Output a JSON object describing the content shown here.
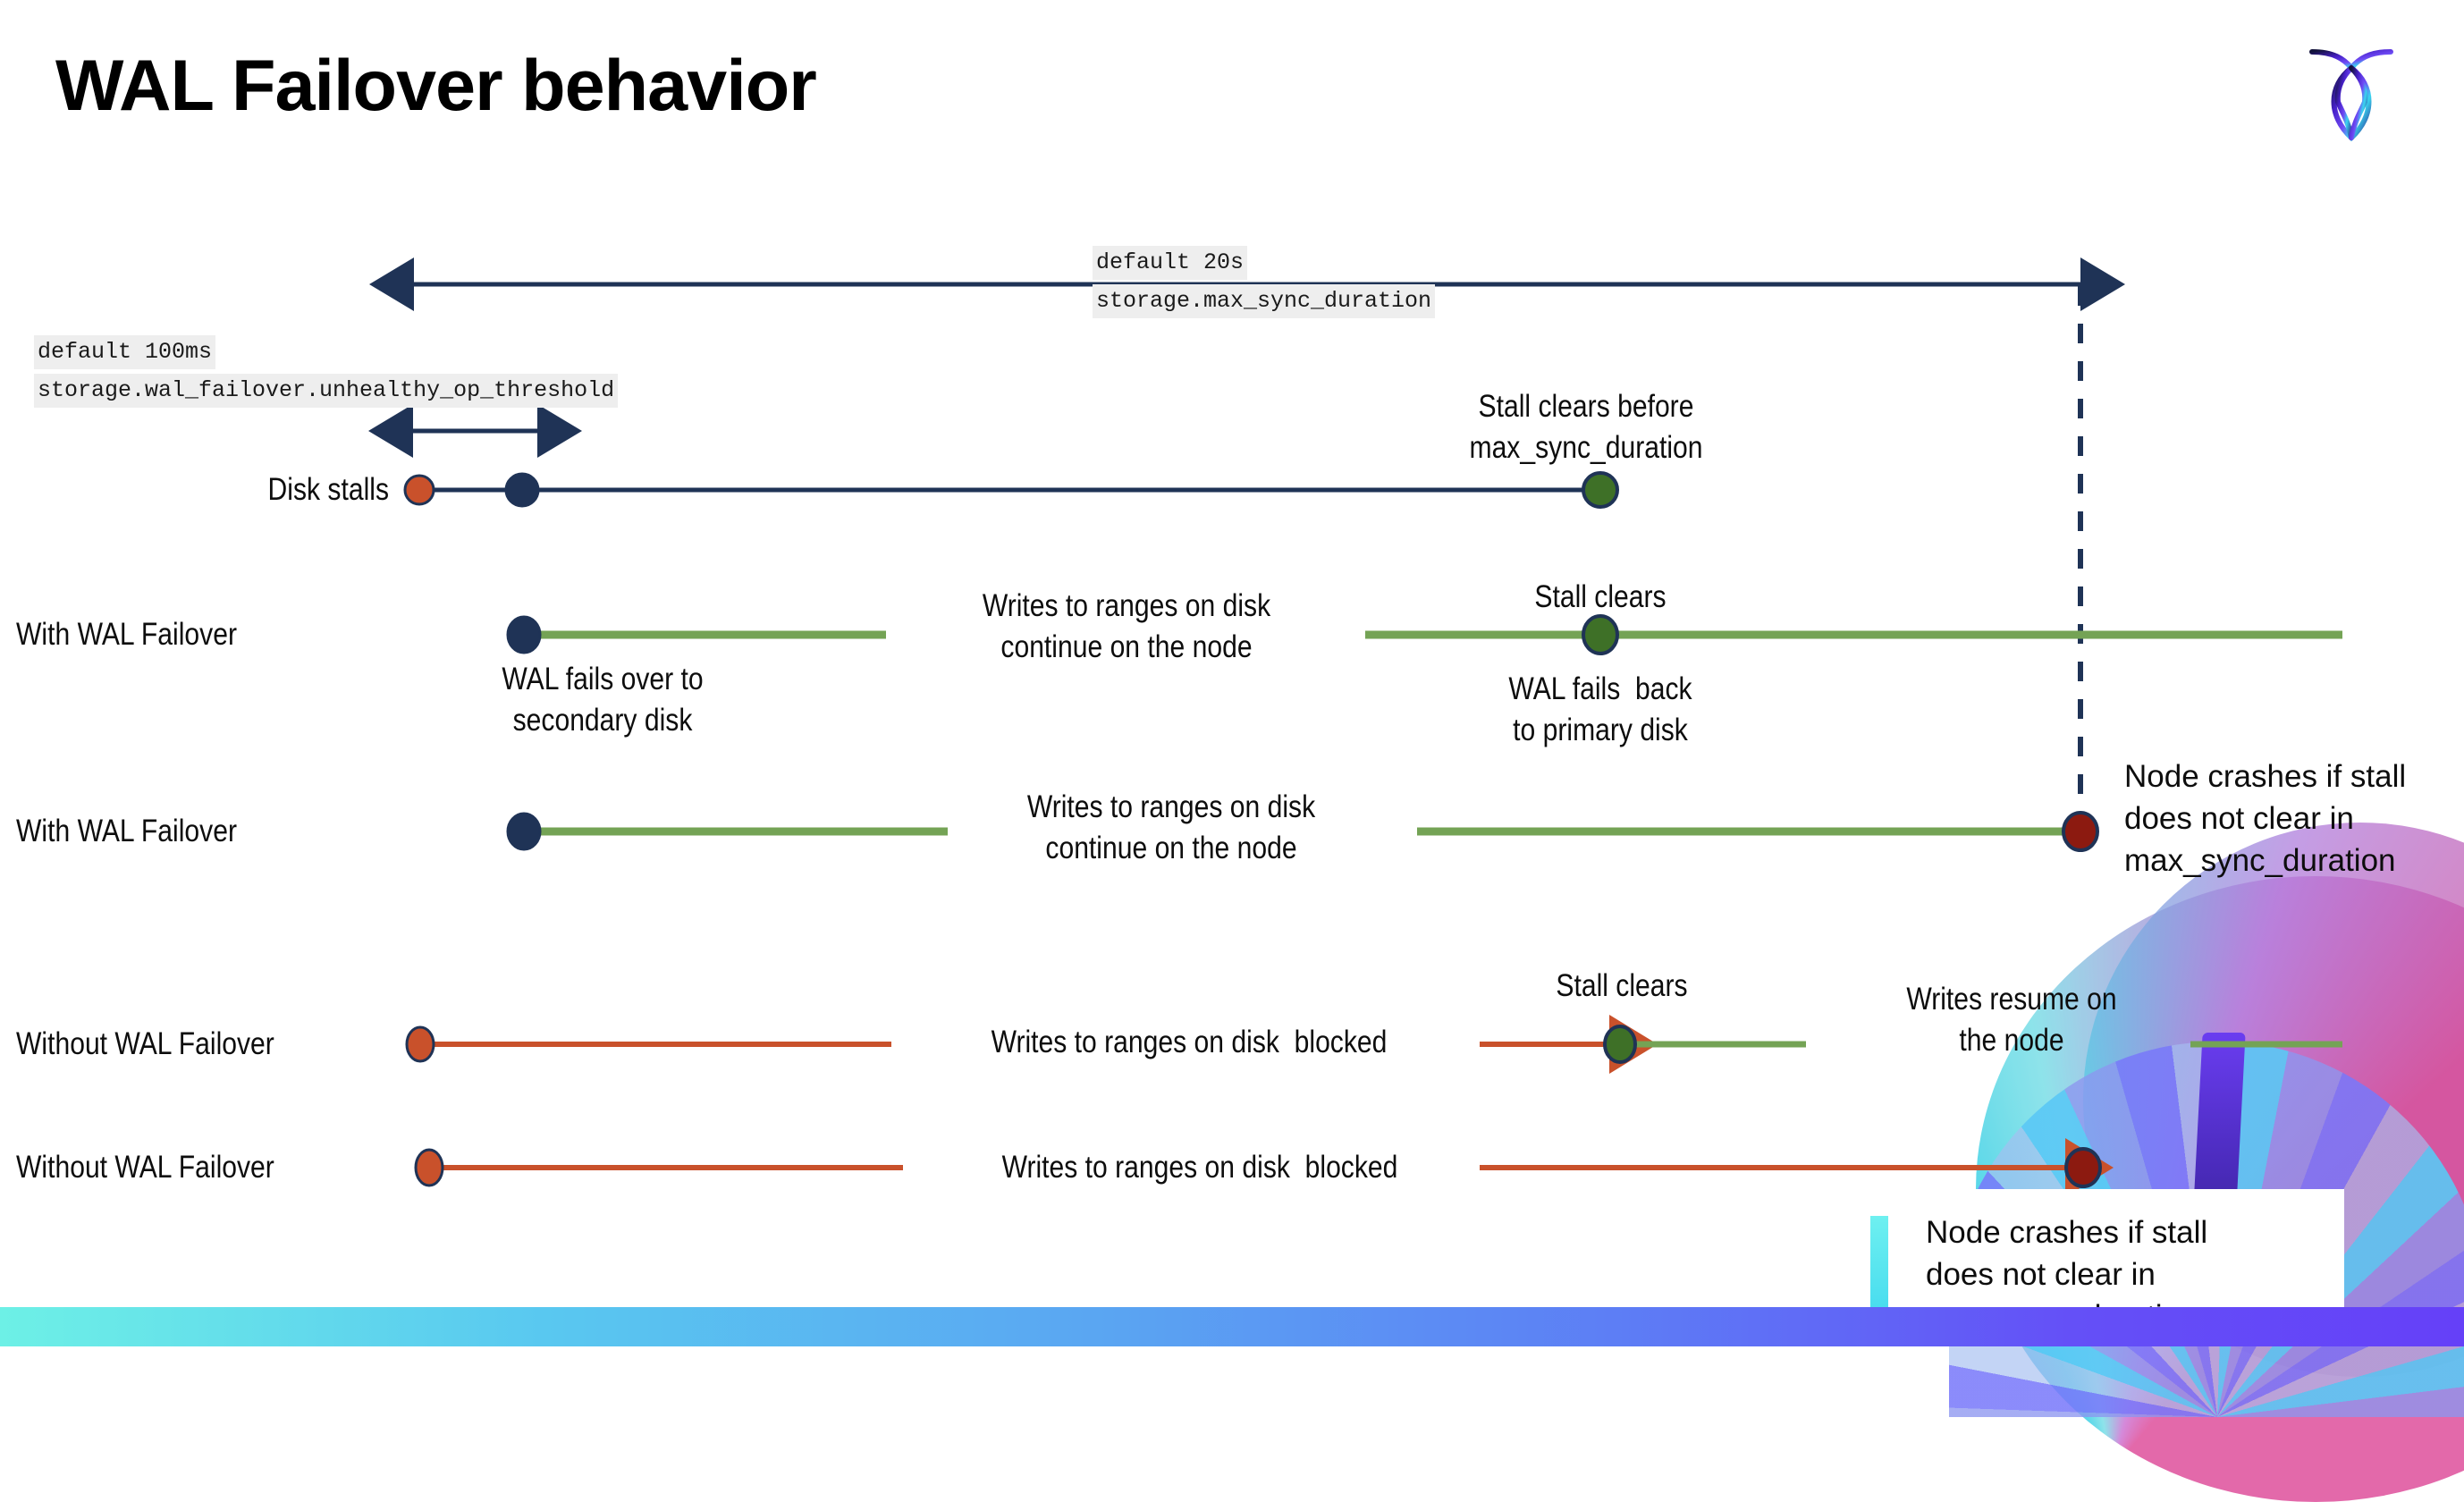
{
  "slide": {
    "title": "WAL Failover behavior",
    "logo_name": "cockroachdb-logo"
  },
  "settings": {
    "max_sync": {
      "default_label": "default 20s",
      "setting_name": "storage.max_sync_duration"
    },
    "unhealthy": {
      "default_label": "default 100ms",
      "setting_name": "storage.wal_failover.unhealthy_op_threshold"
    }
  },
  "rows": {
    "disk_stalls": {
      "label": "Disk stalls",
      "note": "Stall clears before\nmax_sync_duration"
    },
    "with_failover_clears": {
      "label": "With WAL Failover",
      "note_failover": "WAL fails over to\nsecondary disk",
      "note_writes": "Writes to ranges on disk\ncontinue on the node",
      "note_stall_clears": "Stall clears",
      "note_fails_back": "WAL fails  back\nto primary disk"
    },
    "with_failover_crash": {
      "label": "With WAL Failover",
      "note_writes": "Writes to ranges on disk\ncontinue on the node",
      "note_crash": "Node crashes if stall\ndoes not clear in\nmax_sync_duration"
    },
    "without_failover_clears": {
      "label": "Without WAL Failover",
      "note_blocked": "Writes to ranges on disk  blocked",
      "note_stall_clears": "Stall clears",
      "note_resume": "Writes resume on\nthe node"
    },
    "without_failover_crash": {
      "label": "Without WAL Failover",
      "note_blocked": "Writes to ranges on disk  blocked",
      "note_crash": "Node crashes if stall\ndoes not clear in\nmax_sync_duration"
    }
  },
  "colors": {
    "navy": "#1f3356",
    "green_line": "#74a355",
    "green_dot": "#3e7027",
    "orange": "#c9512b",
    "dark_red": "#8c1a10",
    "chip_bg": "#eeeeee"
  }
}
